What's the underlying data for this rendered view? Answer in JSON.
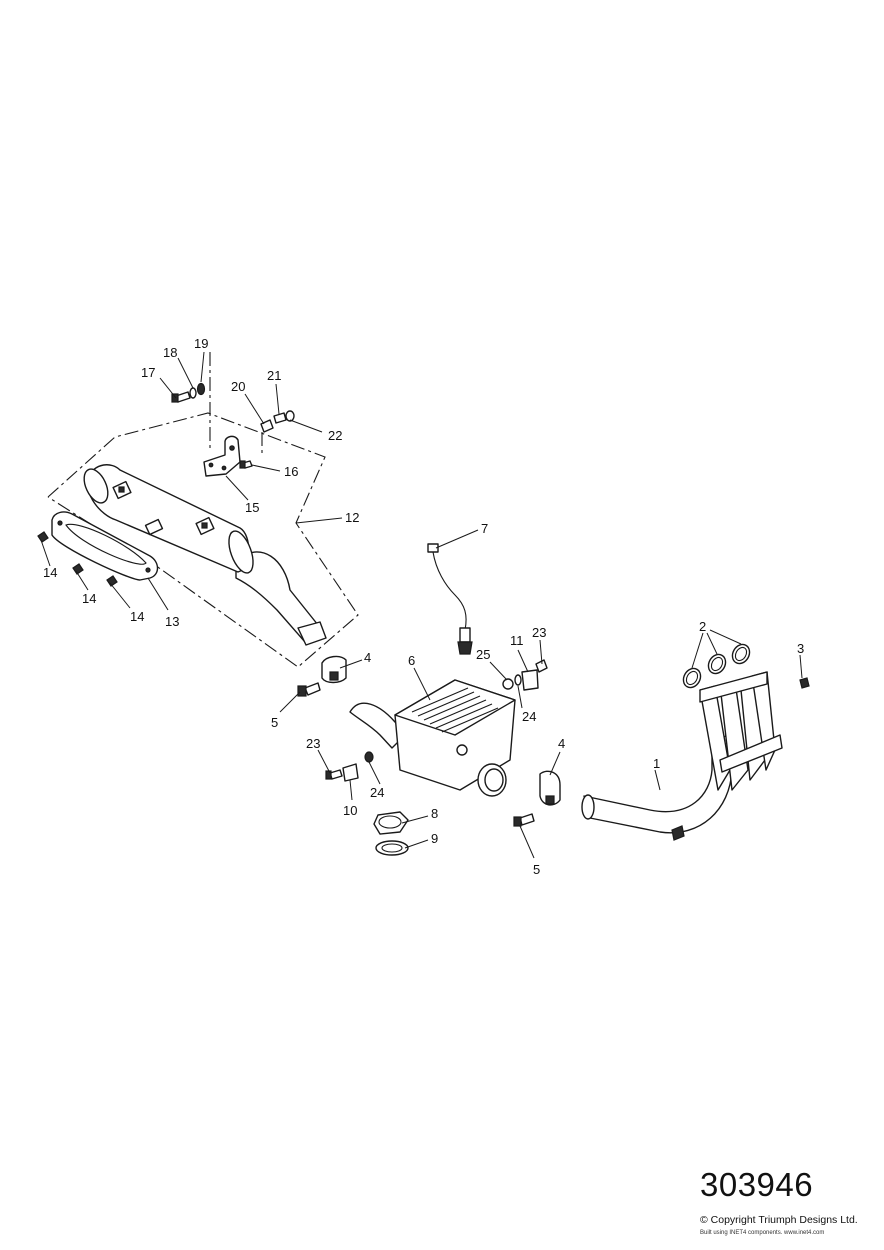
{
  "diagram": {
    "callouts": {
      "c1": "1",
      "c2": "2",
      "c3": "3",
      "c4a": "4",
      "c4b": "4",
      "c5a": "5",
      "c5b": "5",
      "c6": "6",
      "c7": "7",
      "c8": "8",
      "c9": "9",
      "c10": "10",
      "c11": "11",
      "c12": "12",
      "c13": "13",
      "c14a": "14",
      "c14b": "14",
      "c14c": "14",
      "c15": "15",
      "c16": "16",
      "c17": "17",
      "c18": "18",
      "c19": "19",
      "c20": "20",
      "c21": "21",
      "c22": "22",
      "c23a": "23",
      "c23b": "23",
      "c24a": "24",
      "c24b": "24",
      "c25": "25"
    }
  },
  "footer": {
    "drawing_number": "303946",
    "copyright": "© Copyright Triumph Designs Ltd.",
    "built_using": "Built using INET4 components. www.inet4.com"
  }
}
